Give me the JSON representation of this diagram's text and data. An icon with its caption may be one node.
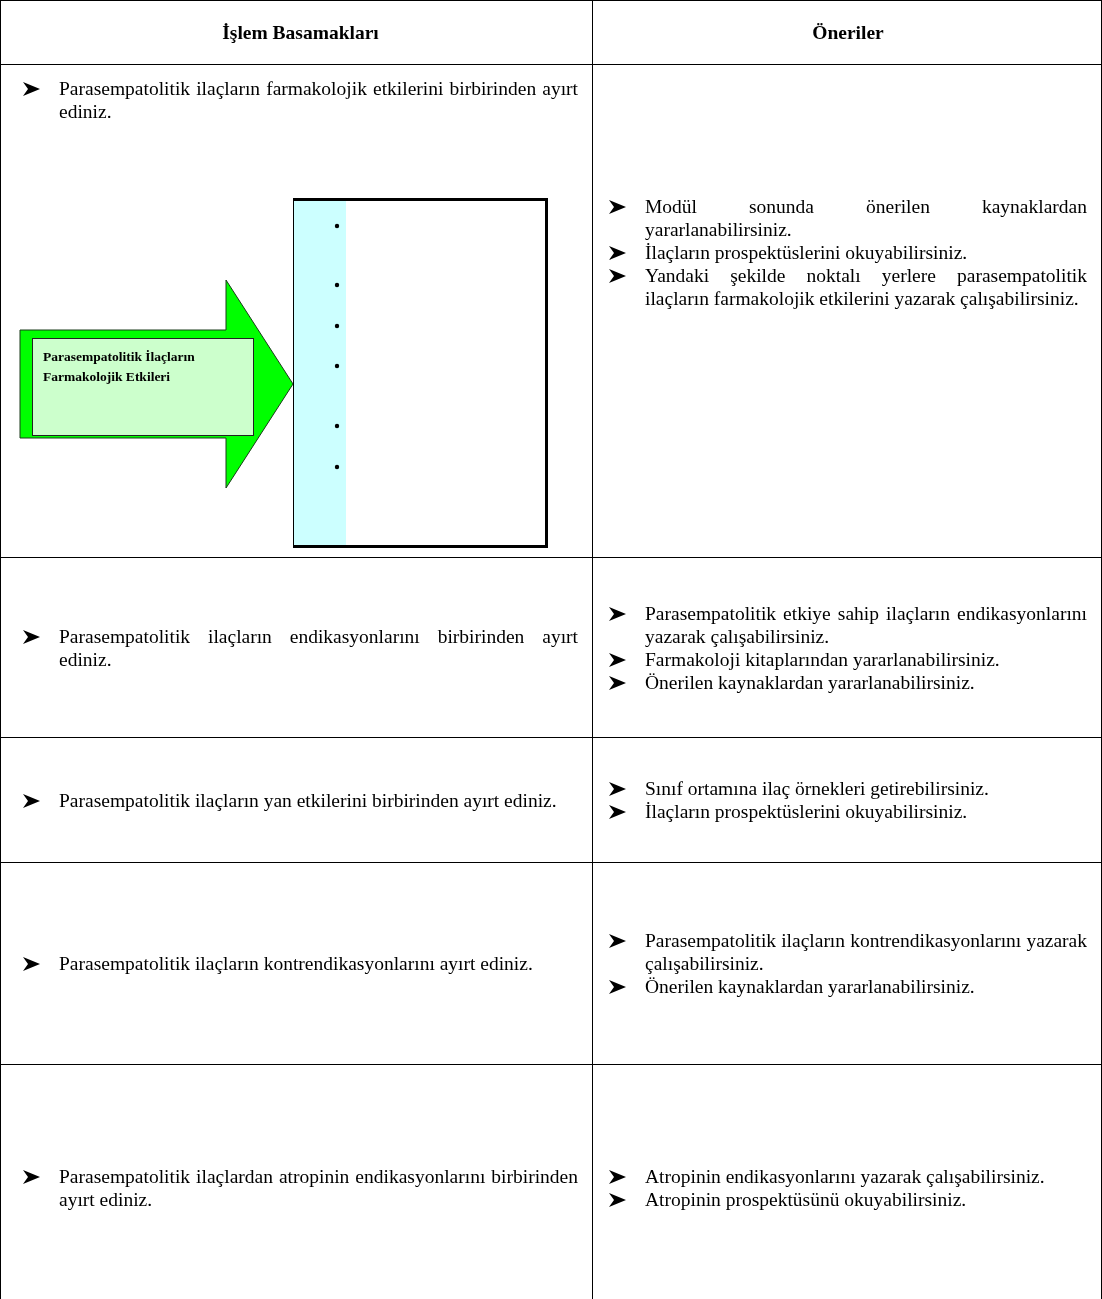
{
  "diagram": {
    "nodes": [
      {
        "text": [
          "Parasempatolitik İlaçların Farmakolojik Etkileri"
        ]
      },
      {
        "text": [],
        "shape": "box"
      }
    ],
    "edges": [
      {
        "from": 0,
        "to": 1,
        "arrow": "to",
        "style": "thick",
        "color": "#00ff00"
      }
    ],
    "labels": [
      "İşlem Basamakları",
      "Öneriler",
      "Parasempatolitik ilaçların farmakolojik etkilerini birbirinden ayırt ediniz.",
      "Modül sonunda önerilen kaynaklardan yararlanabilirsiniz.",
      "İlaçların prospektüslerini okuyabilirsiniz.",
      "Yandaki şekilde noktalı yerlere parasempatolitik ilaçların farmakolojik etkilerini yazarak çalışabilirsiniz.",
      "Parasempatolitik ilaçların endikasyonlarını birbirinden ayırt ediniz.",
      "Parasempatolitik etkiye sahip ilaçların endikasyonlarını yazarak çalışabilirsiniz.",
      "Farmakoloji kitaplarından yararlanabilirsiniz.",
      "Önerilen kaynaklardan yararlanabilirsiniz.",
      "Parasempatolitik ilaçların yan etkilerini birbirinden ayırt ediniz.",
      "Sınıf ortamına ilaç örnekleri getirebilirsiniz.",
      "İlaçların prospektüslerini okuyabilirsiniz.",
      "Parasempatolitik ilaçların kontrendikasyonlarını ayırt ediniz.",
      "Parasempatolitik ilaçların kontrendikasyonlarını yazarak çalışabilirsiniz.",
      "Önerilen kaynaklardan yararlanabilirsiniz.",
      "Parasempatolitik ilaçlardan atropinin endikasyonlarını birbirinden ayırt ediniz.",
      "Atropinin endikasyonlarını yazarak çalışabilirsiniz.",
      "Atropinin prospektüsünü okuyabilirsiniz."
    ]
  }
}
